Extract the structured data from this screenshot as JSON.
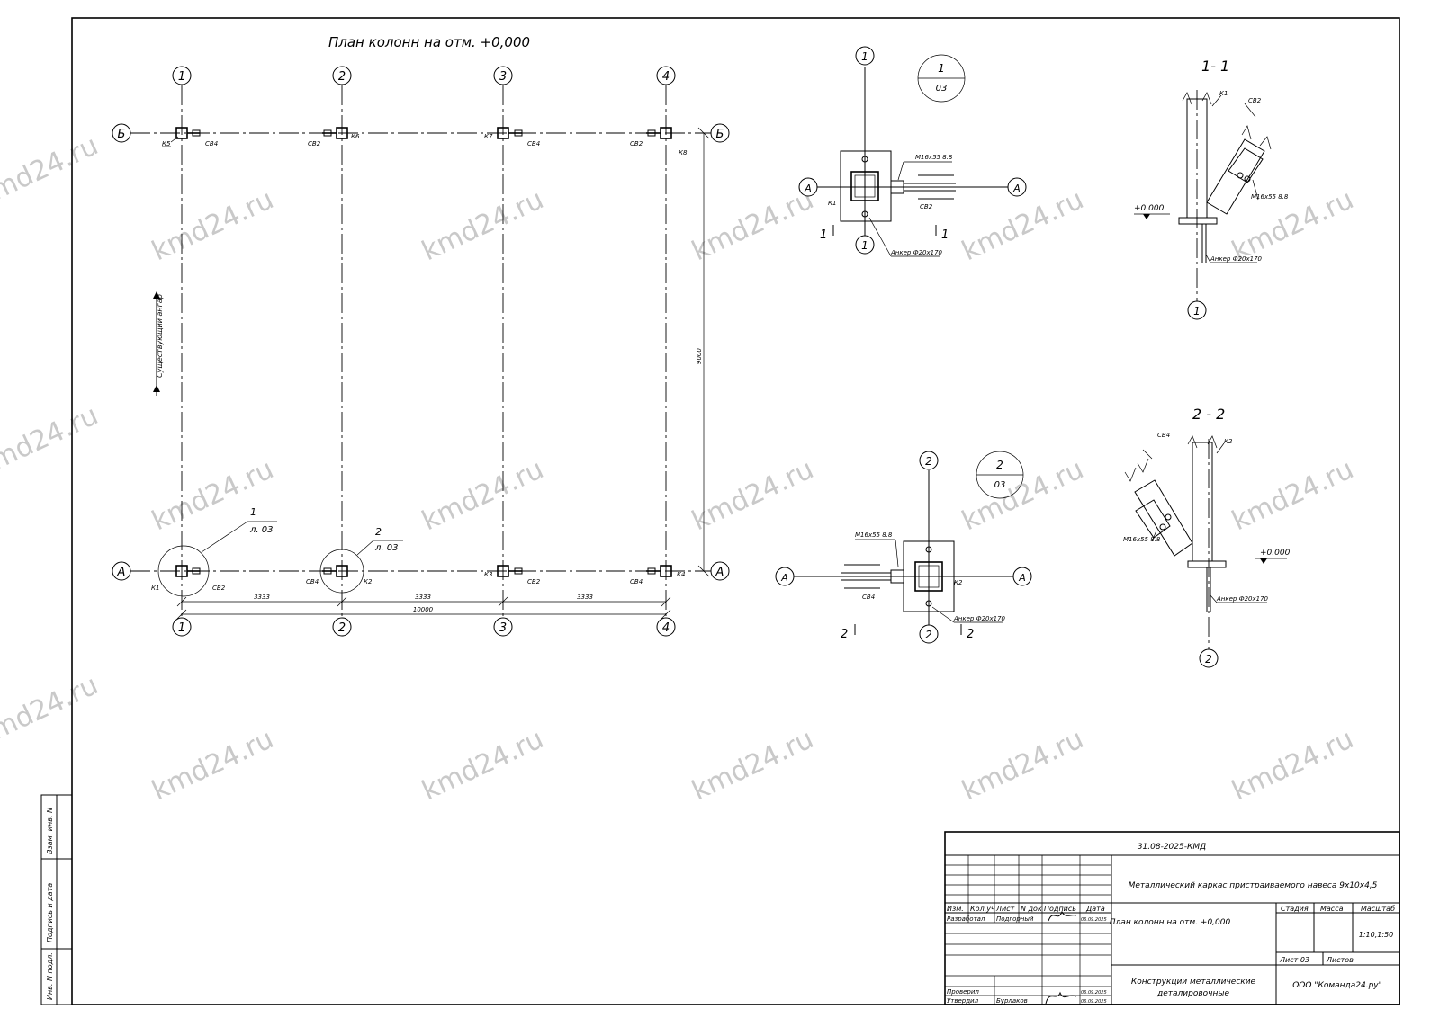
{
  "watermark": "kmd24.ru",
  "plan": {
    "title": "План колонн на отм. +0,000",
    "axes_top": [
      "1",
      "2",
      "3",
      "4"
    ],
    "axes_bottom": [
      "1",
      "2",
      "3",
      "4"
    ],
    "row_b": "Б",
    "row_a": "А",
    "column_labels_top": [
      "К5",
      "СВ4",
      "СВ2",
      "К6",
      "К7",
      "СВ4",
      "СВ2",
      "К8"
    ],
    "column_labels_bottom": [
      "К1",
      "СВ2",
      "СВ4",
      "К2",
      "К3",
      "СВ2",
      "СВ4",
      "К4"
    ],
    "existing_building": "Существующий ангар",
    "dim_vertical": "9000",
    "dims_spans": [
      "3333",
      "3333",
      "3333"
    ],
    "dim_total": "10000",
    "callout1": {
      "num": "1",
      "sheet": "л. 03"
    },
    "callout2": {
      "num": "2",
      "sheet": "л. 03"
    }
  },
  "node1": {
    "axis_num": "1",
    "row": "А",
    "ref_num": "1",
    "ref_sheet": "03",
    "bolt": "М16х55 8.8",
    "col": "К1",
    "brace": "СВ2",
    "anchor": "Анкер Ф20х170",
    "cut_left": "1",
    "cut_right": "1"
  },
  "node2": {
    "axis_num": "2",
    "row": "А",
    "ref_num": "2",
    "ref_sheet": "03",
    "bolt": "М16х55 8.8",
    "col": "К2",
    "brace": "СВ4",
    "anchor": "Анкер Ф20х170",
    "cut_left": "2",
    "cut_right": "2"
  },
  "section1": {
    "title": "1- 1",
    "col": "К1",
    "brace": "СВ2",
    "level": "+0.000",
    "bolt": "М16х55 8.8",
    "anchor": "Анкер Ф20х170",
    "axis": "1"
  },
  "section2": {
    "title": "2 - 2",
    "col": "К2",
    "brace": "СВ4",
    "level": "+0.000",
    "bolt": "М16х55 8.8",
    "anchor": "Анкер Ф20х170",
    "axis": "2"
  },
  "side_stamp": [
    "Взам. инв. N",
    "Подпись и дата",
    "Инв. N подл."
  ],
  "title_block": {
    "code": "31.08-2025-КМД",
    "project": "Металлический каркас пристраиваемого навеса 9х10х4,5",
    "sheet_name": "План колонн на отм. +0,000",
    "section_name_1": "Конструкции металлические",
    "section_name_2": "деталировочные",
    "org": "ООО \"Команда24.ру\"",
    "hdr": [
      "Изм.",
      "Кол.уч",
      "Лист",
      "N док",
      "Подпись",
      "Дата"
    ],
    "developed_role": "Разработал",
    "developed_name": "Подгорный",
    "developed_date": "06.09.2025",
    "checked_role": "Проверил",
    "approved_role": "Утвердил",
    "approved_name": "Бурлаков",
    "checked_date": "06.09.2025",
    "approved_date": "06.09.2025",
    "stage_hdr": "Стадия",
    "mass_hdr": "Масса",
    "scale_hdr": "Масштаб",
    "scale": "1:10,1:50",
    "sheet": "Лист 03",
    "sheets": "Листов"
  }
}
